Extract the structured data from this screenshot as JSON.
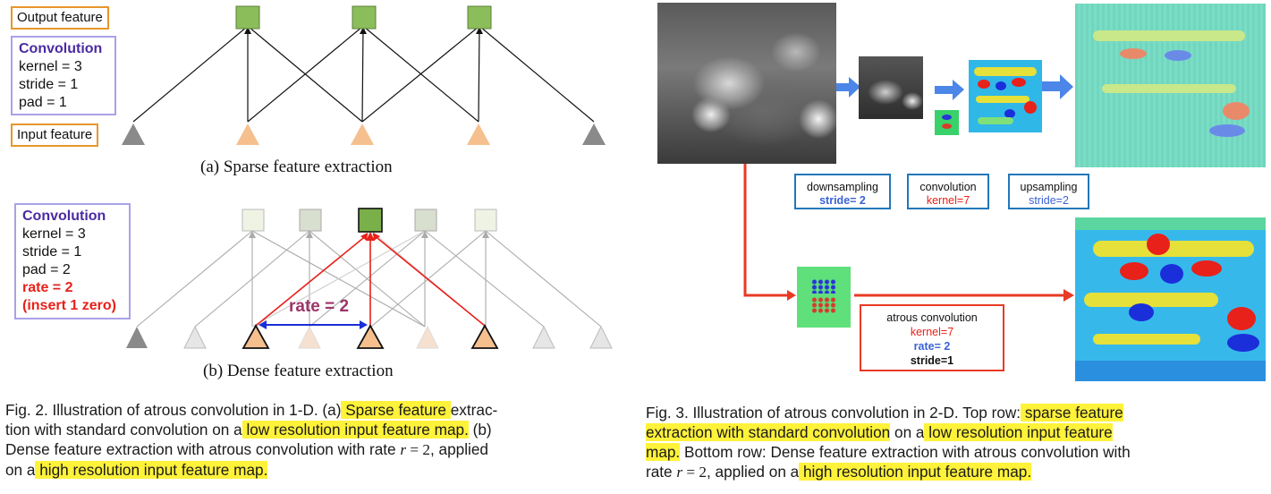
{
  "fig2": {
    "top": {
      "output_label": "Output feature",
      "input_label": "Input feature",
      "conv_title": "Convolution",
      "lines": [
        "kernel = 3",
        "stride = 1",
        "pad = 1"
      ],
      "caption": "(a) Sparse feature extraction"
    },
    "bottom": {
      "conv_title": "Convolution",
      "lines": [
        "kernel = 3",
        "stride = 1",
        "pad = 2"
      ],
      "rate_line": "rate = 2",
      "zero_line": "(insert 1 zero)",
      "rate_label": "rate = 2",
      "caption": "(b) Dense feature extraction"
    },
    "caption": {
      "t1": "Fig. 2. Illustration of atrous convolution in 1-D. (a)",
      "h1": " Sparse feature ",
      "t2": "extrac-",
      "t3": "tion with standard convolution on a",
      "h2": " low resolution input feature map.",
      "t4": " (b)",
      "t5": "Dense feature extraction with atrous convolution with rate ",
      "m1": "r",
      "m2": " = 2",
      "t6": ", applied",
      "t7": "on a",
      "h3": " high resolution input feature map."
    }
  },
  "fig3": {
    "labels": {
      "down_title": "downsampling",
      "down_value": "stride= 2",
      "conv_title": "convolution",
      "conv_value": "kernel=7",
      "up_title": "upsampling",
      "up_value": "stride=2",
      "atrous_title": "atrous convolution",
      "atrous_kernel": "kernel=7",
      "atrous_rate": "rate= 2",
      "atrous_stride": "stride=1"
    },
    "caption": {
      "t1": "Fig. 3. Illustration of atrous convolution in 2-D. Top row:",
      "h1": " sparse feature",
      "h2": "extraction with standard convolution",
      "t2": " on a",
      "h3": " low resolution input feature",
      "h4": "map.",
      "t3": " Bottom row: Dense feature extraction with atrous convolution with",
      "t4": "rate ",
      "m1": "r",
      "m2": " = 2",
      "t5": ", applied on a",
      "h5": " high resolution input feature map."
    }
  },
  "colors": {
    "orange": "#e8962a",
    "purple": "#a9a2e6",
    "green": "#8bbd5a",
    "red": "#e8211a",
    "blue": "#3b62d6"
  }
}
